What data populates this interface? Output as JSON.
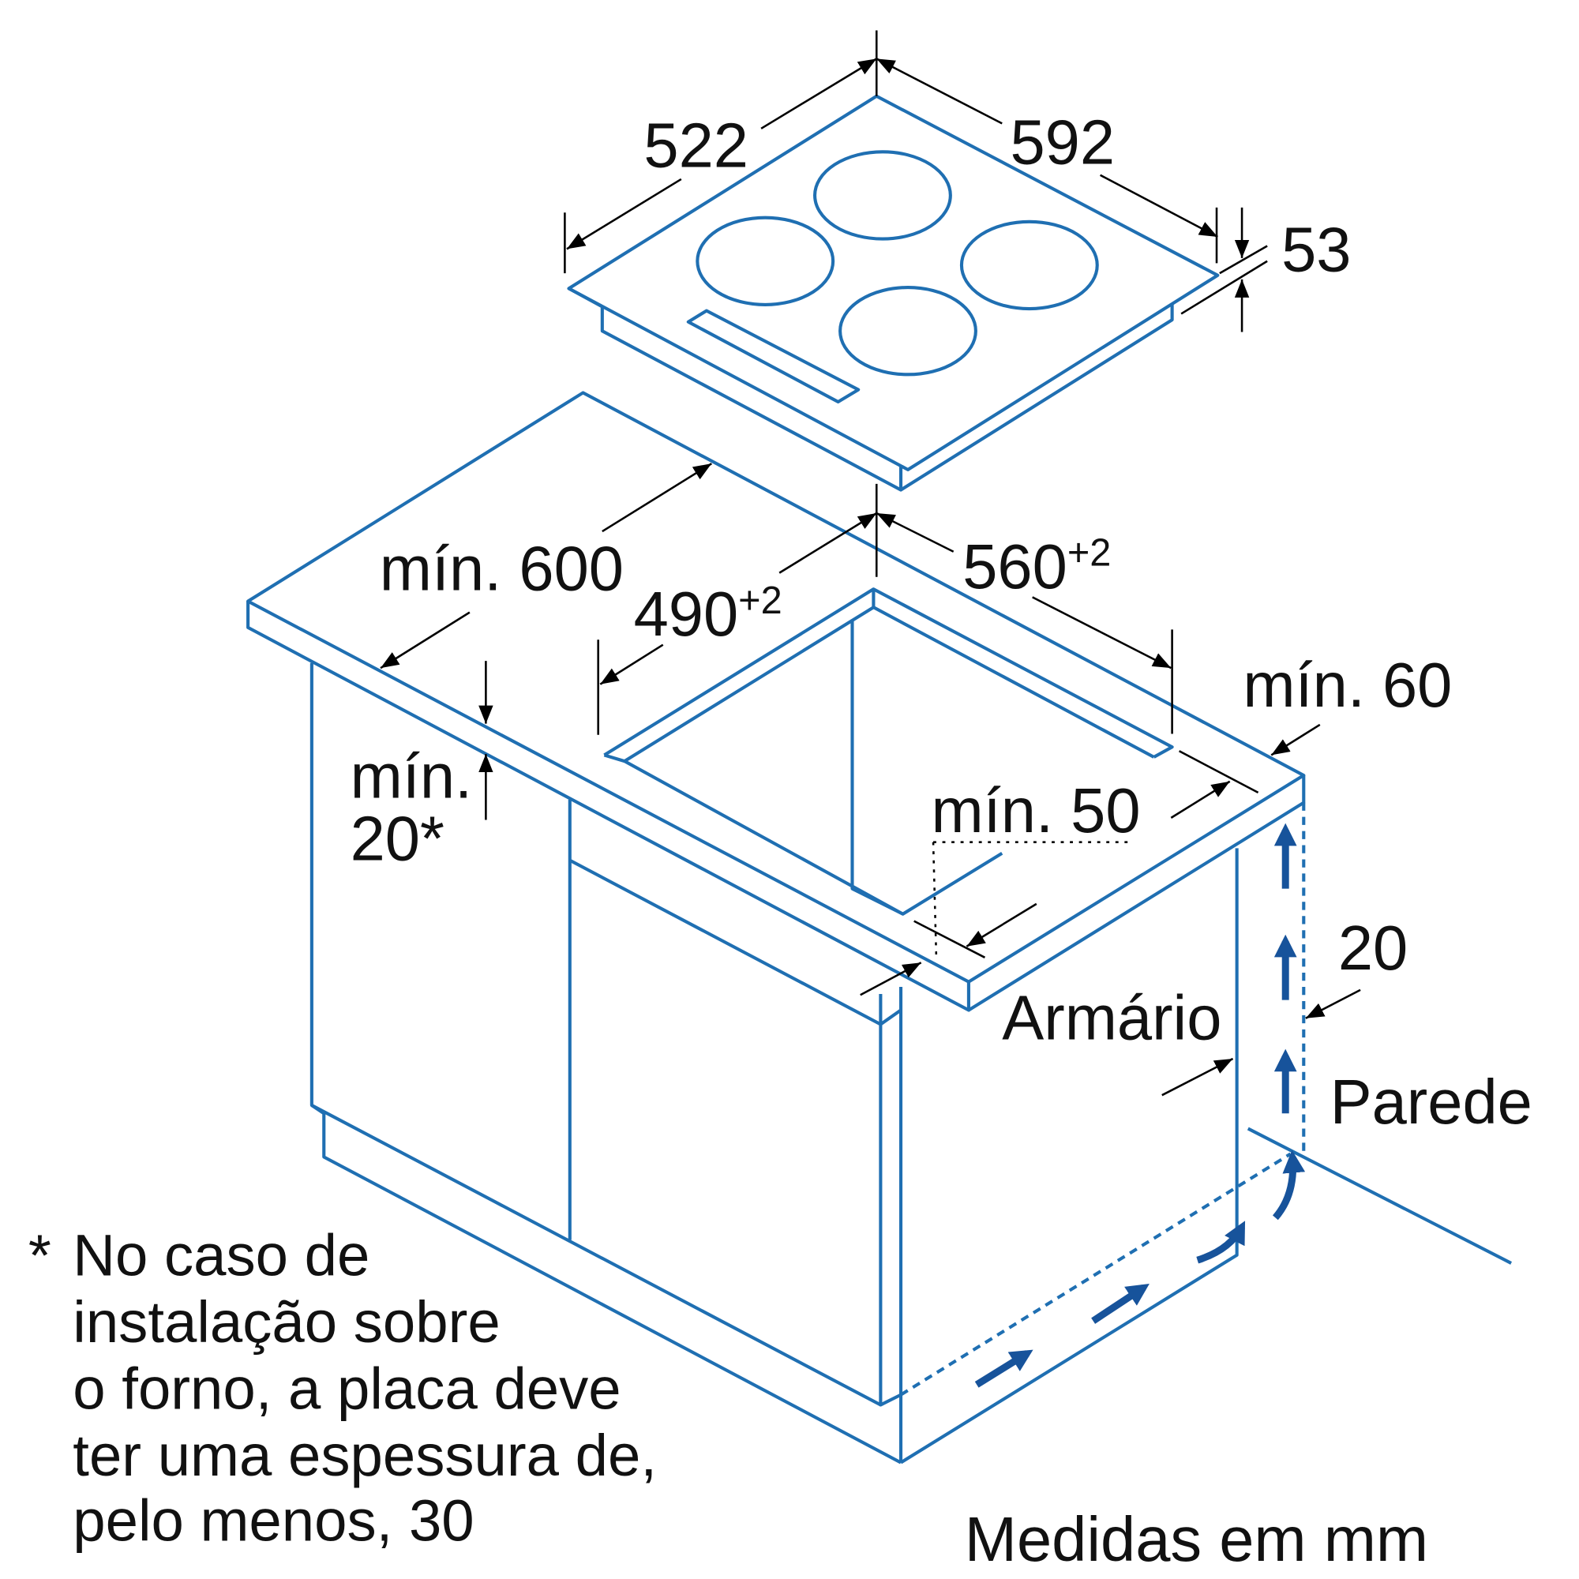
{
  "dimensions": {
    "hob_depth": "522",
    "hob_width": "592",
    "hob_height": "53",
    "counter_depth": "mín. 600",
    "cutout_depth": "490",
    "cutout_depth_tol": "+2",
    "cutout_width": "560",
    "cutout_width_tol": "+2",
    "side_clearance": "mín. 60",
    "front_clearance": "mín. 50",
    "thickness_1": "mín.",
    "thickness_2": "20*",
    "wall_gap": "20"
  },
  "labels": {
    "cabinet": "Armário",
    "wall": "Parede",
    "units": "Medidas em mm"
  },
  "footnote": {
    "star": "*",
    "lines": [
      "No caso de",
      "instalação sobre",
      "o forno, a placa deve",
      "ter uma espessura de,",
      "pelo menos, 30"
    ]
  },
  "colors": {
    "line": "#1f6fb2",
    "airflow": "#17539b"
  }
}
